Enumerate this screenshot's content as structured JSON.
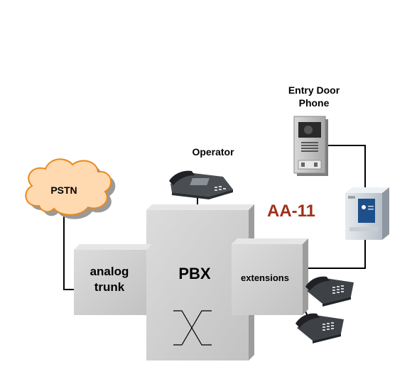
{
  "labels": {
    "pstn": "PSTN",
    "operator": "Operator",
    "door_phone_line1": "Entry Door",
    "door_phone_line2": "Phone",
    "product": "AA-11",
    "analog_line1": "analog",
    "analog_line2": "trunk",
    "pbx": "PBX",
    "extensions": "extensions"
  },
  "colors": {
    "product_label": "#a0301a",
    "cloud_fill": "#ffd9b0",
    "cloud_stroke": "#e8891e",
    "box_fill": "#cfcfcf",
    "line": "#000000"
  },
  "icons": [
    "cloud-icon",
    "desk-phone-icon",
    "door-phone-icon",
    "aa11-device-icon",
    "crosspoint-switch-icon"
  ]
}
